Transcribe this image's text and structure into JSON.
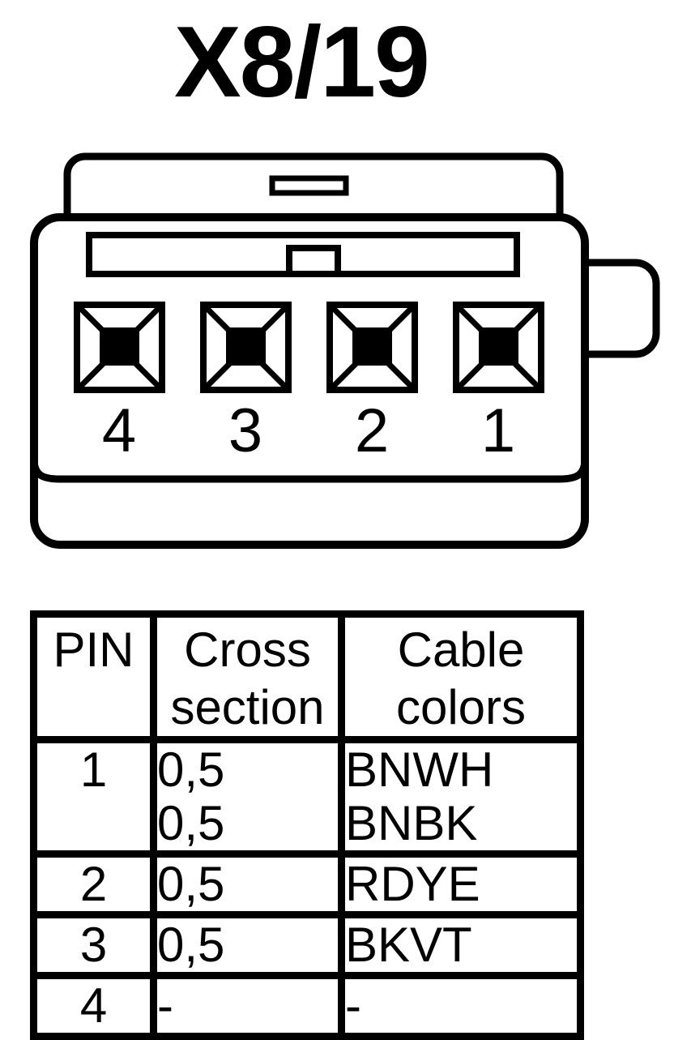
{
  "title": "X8/19",
  "connector": {
    "pin_labels": [
      "4",
      "3",
      "2",
      "1"
    ]
  },
  "table": {
    "headers": {
      "pin": "PIN",
      "cross_section_line1": "Cross",
      "cross_section_line2": "section",
      "cable_colors_line1": "Cable",
      "cable_colors_line2": "colors"
    },
    "rows": [
      {
        "pin": "1",
        "cross_section": [
          "0,5",
          "0,5"
        ],
        "cable_colors": [
          "BNWH",
          "BNBK"
        ]
      },
      {
        "pin": "2",
        "cross_section": [
          "0,5"
        ],
        "cable_colors": [
          "RDYE"
        ]
      },
      {
        "pin": "3",
        "cross_section": [
          "0,5"
        ],
        "cable_colors": [
          "BKVT"
        ]
      },
      {
        "pin": "4",
        "cross_section": [
          "-"
        ],
        "cable_colors": [
          "-"
        ]
      }
    ]
  },
  "colors": {
    "ink": "#000000",
    "paper": "#ffffff"
  }
}
